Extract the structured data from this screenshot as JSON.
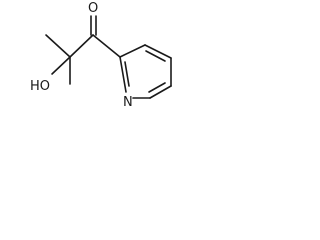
{
  "molecule": {
    "atoms": {
      "oxygen": "O",
      "hydroxyl": "HO",
      "nitrogen": "N"
    }
  }
}
